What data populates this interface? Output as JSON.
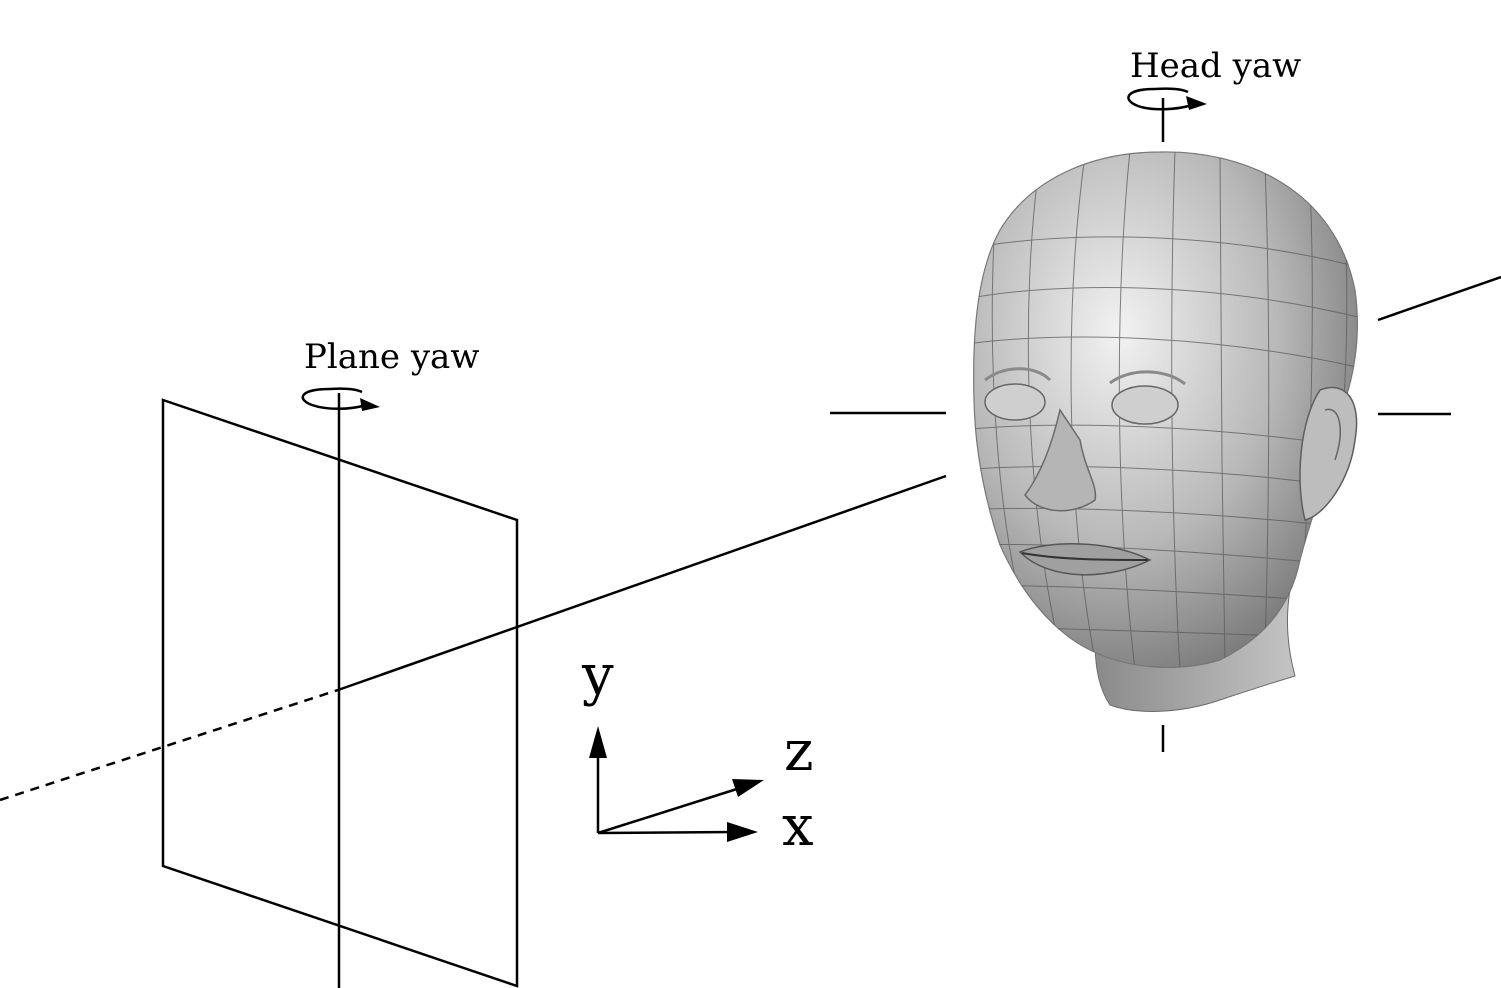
{
  "labels": {
    "head_yaw": "Head yaw",
    "plane_yaw": "Plane yaw"
  },
  "axes": {
    "y": "y",
    "z": "z",
    "x": "x"
  },
  "colors": {
    "line": "#000000",
    "head_light": "#e6e6e6",
    "head_mid": "#a9a9a9",
    "head_dark": "#6e6e6e",
    "mesh": "#555555"
  },
  "icons": {
    "rotation_arrow": "rotation-arrow-icon",
    "head_model": "head-mesh-icon"
  }
}
